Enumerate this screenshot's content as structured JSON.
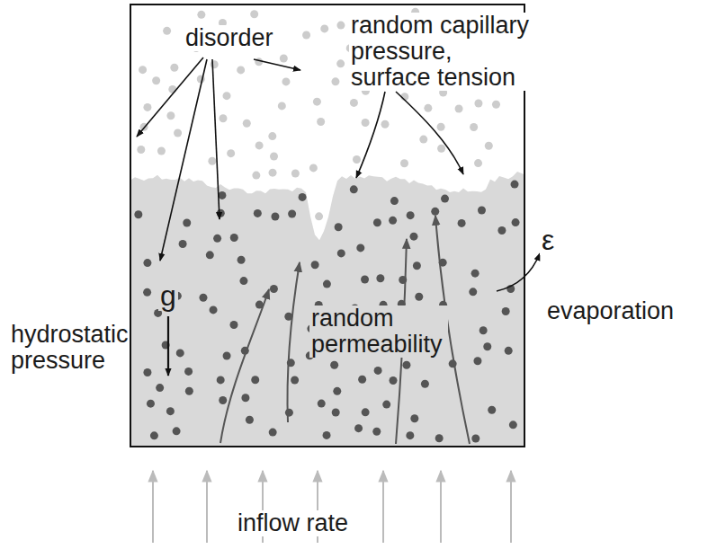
{
  "diagram": {
    "labels": [
      "disorder",
      "random capillary pressure, surface tension",
      "g",
      "hydrostatic pressure",
      "random permeability",
      "ε",
      "evaporation",
      "inflow rate"
    ]
  }
}
